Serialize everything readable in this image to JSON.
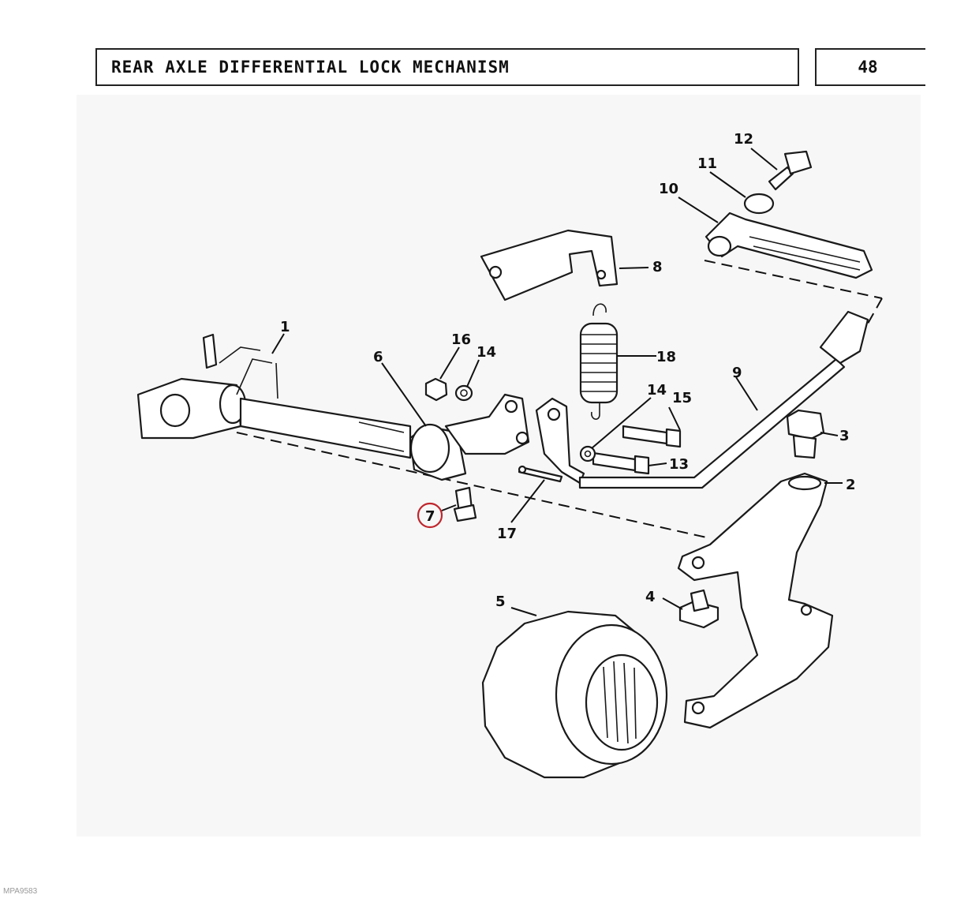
{
  "header": {
    "title": "REAR AXLE DIFFERENTIAL LOCK MECHANISM",
    "page_number": "48"
  },
  "highlight_color": "#c0262d",
  "highlighted_callout": "7",
  "callouts": [
    {
      "id": "1",
      "label": "1"
    },
    {
      "id": "2",
      "label": "2"
    },
    {
      "id": "3",
      "label": "3"
    },
    {
      "id": "4",
      "label": "4"
    },
    {
      "id": "5",
      "label": "5"
    },
    {
      "id": "6",
      "label": "6"
    },
    {
      "id": "7",
      "label": "7"
    },
    {
      "id": "8",
      "label": "8"
    },
    {
      "id": "9",
      "label": "9"
    },
    {
      "id": "10",
      "label": "10"
    },
    {
      "id": "11",
      "label": "11"
    },
    {
      "id": "12",
      "label": "12"
    },
    {
      "id": "13",
      "label": "13"
    },
    {
      "id": "14a",
      "label": "14"
    },
    {
      "id": "14b",
      "label": "14"
    },
    {
      "id": "15",
      "label": "15"
    },
    {
      "id": "16",
      "label": "16"
    },
    {
      "id": "17",
      "label": "17"
    },
    {
      "id": "18",
      "label": "18"
    }
  ],
  "footer": {
    "image_code": "MPA9583"
  }
}
